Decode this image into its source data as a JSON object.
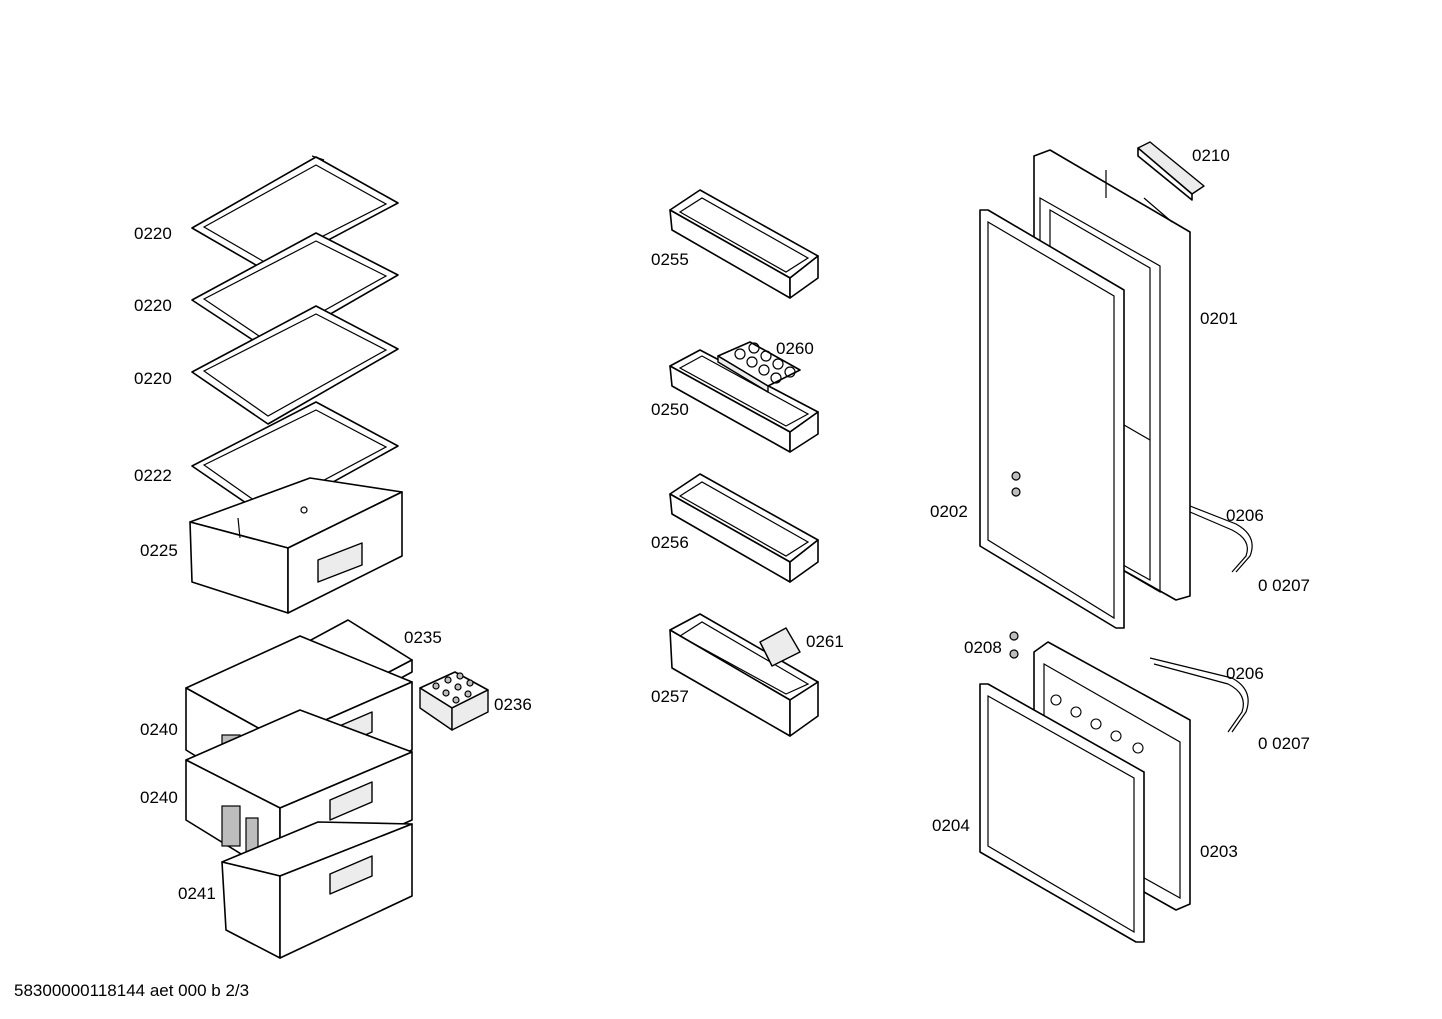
{
  "labels": {
    "l0220a": "0220",
    "l0220b": "0220",
    "l0220c": "0220",
    "l0222": "0222",
    "l0225": "0225",
    "l0235": "0235",
    "l0236": "0236",
    "l0240a": "0240",
    "l0240b": "0240",
    "l0241": "0241",
    "l0255": "0255",
    "l0260": "0260",
    "l0250": "0250",
    "l0256": "0256",
    "l0261": "0261",
    "l0257": "0257",
    "l0210": "0210",
    "l0201": "0201",
    "l0202": "0202",
    "l0206a": "0206",
    "l0207a": "0 0207",
    "l0208": "0208",
    "l0206b": "0206",
    "l0207b": "0 0207",
    "l0204": "0204",
    "l0203": "0203"
  },
  "footer": "58300000118144 aet 000 b 2/3"
}
